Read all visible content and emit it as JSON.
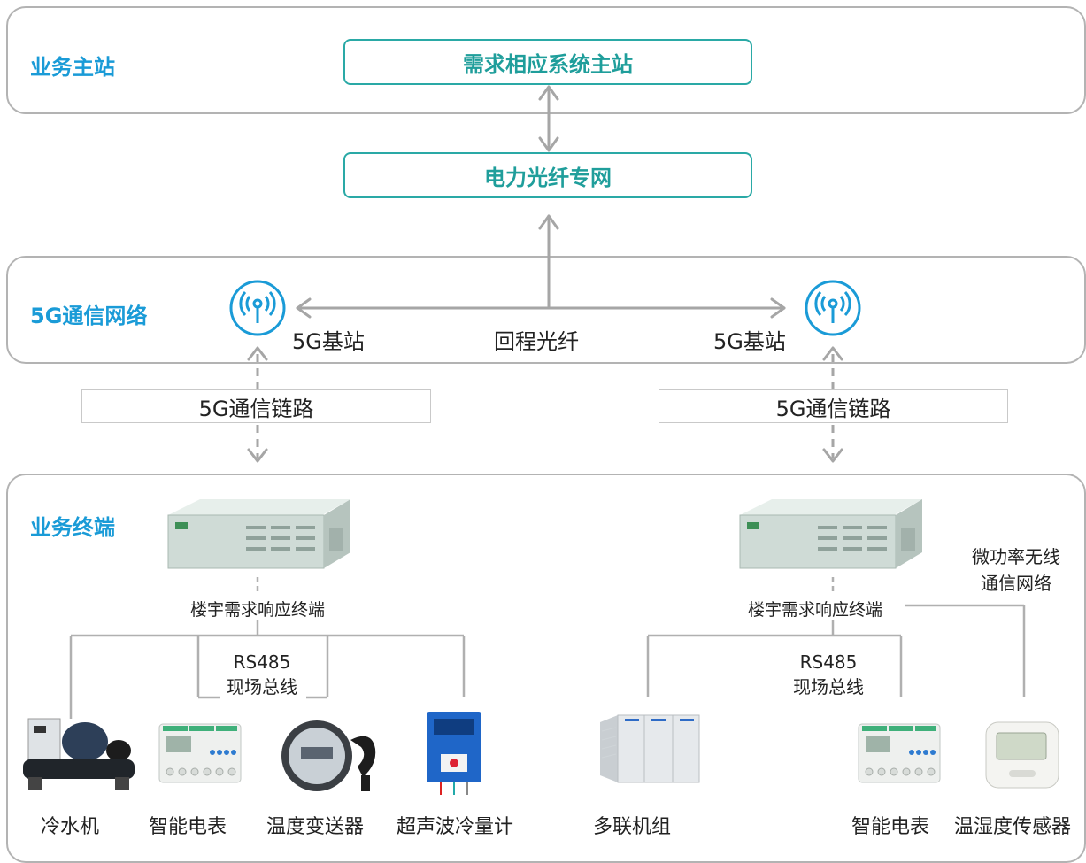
{
  "layers": {
    "master": "业务主站",
    "network": "5G通信网络",
    "terminal": "业务终端"
  },
  "boxes": {
    "master_station": "需求相应系统主站",
    "fiber_net": "电力光纤专网"
  },
  "network": {
    "base_left": "5G基站",
    "base_right": "5G基站",
    "backhaul": "回程光纤",
    "link_left": "5G通信链路",
    "link_right": "5G通信链路"
  },
  "terminal_left": {
    "name": "楼宇需求响应终端",
    "bus_line1": "RS485",
    "bus_line2": "现场总线",
    "devices": [
      "冷水机",
      "智能电表",
      "温度变送器",
      "超声波冷量计"
    ]
  },
  "terminal_right": {
    "name": "楼宇需求响应终端",
    "bus_line1": "RS485",
    "bus_line2": "现场总线",
    "wireless_line1": "微功率无线",
    "wireless_line2": "通信网络",
    "devices": [
      "多联机组",
      "智能电表",
      "温湿度传感器"
    ]
  },
  "colors": {
    "accent": "#1a9bd7",
    "teal": "#2aa9a6",
    "border": "#b3b3b3",
    "line": "#a6a6a6"
  },
  "icons": [
    "antenna-icon",
    "terminal-device",
    "chiller",
    "smart-meter",
    "temperature-transmitter",
    "ultrasonic-cooling-meter",
    "vrf-unit",
    "humidity-sensor"
  ]
}
